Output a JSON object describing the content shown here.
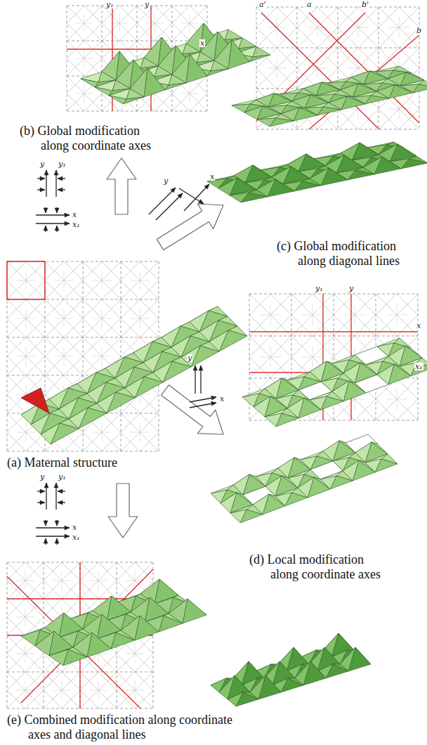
{
  "diagram": {
    "labels": [
      "(b) Global modification along coordinate axes",
      "(c) Global modification along diagonal lines",
      "(a) Maternal structure",
      "(d) Local modification along coordinate axes",
      "(e) Combined modification along coordinate axes and diagonal lines",
      "y₁",
      "y",
      "x",
      "a'",
      "a",
      "b'",
      "b",
      "y₁",
      "y",
      "x",
      "x₁",
      "y",
      "y₁",
      "x",
      "x₁",
      "y",
      "x",
      "y",
      "x",
      "y",
      "y₁",
      "x",
      "x₁"
    ]
  }
}
